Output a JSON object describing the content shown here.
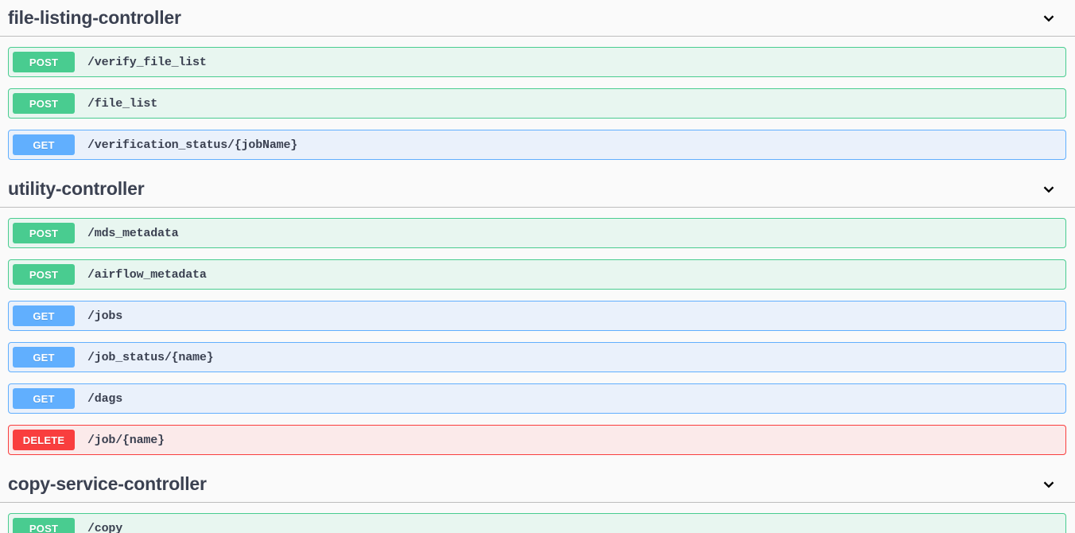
{
  "page": {
    "background_color": "#fafafa",
    "text_color": "#3b4151"
  },
  "method_colors": {
    "POST": "#49cc90",
    "GET": "#61affe",
    "DELETE": "#f93e3e",
    "POST_bg": "#e8f6f0",
    "GET_bg": "#eaf1fb",
    "DELETE_bg": "#fbeaea"
  },
  "sections": [
    {
      "tag": "file-listing-controller",
      "expanded": true,
      "toggle_icon": "chevron-down-icon",
      "operations": [
        {
          "method": "POST",
          "path": "/verify_file_list"
        },
        {
          "method": "POST",
          "path": "/file_list"
        },
        {
          "method": "GET",
          "path": "/verification_status/{jobName}"
        }
      ]
    },
    {
      "tag": "utility-controller",
      "expanded": true,
      "toggle_icon": "chevron-down-icon",
      "operations": [
        {
          "method": "POST",
          "path": "/mds_metadata"
        },
        {
          "method": "POST",
          "path": "/airflow_metadata"
        },
        {
          "method": "GET",
          "path": "/jobs"
        },
        {
          "method": "GET",
          "path": "/job_status/{name}"
        },
        {
          "method": "GET",
          "path": "/dags"
        },
        {
          "method": "DELETE",
          "path": "/job/{name}"
        }
      ]
    },
    {
      "tag": "copy-service-controller",
      "expanded": true,
      "toggle_icon": "chevron-down-icon",
      "operations": [
        {
          "method": "POST",
          "path": "/copy"
        }
      ]
    }
  ]
}
